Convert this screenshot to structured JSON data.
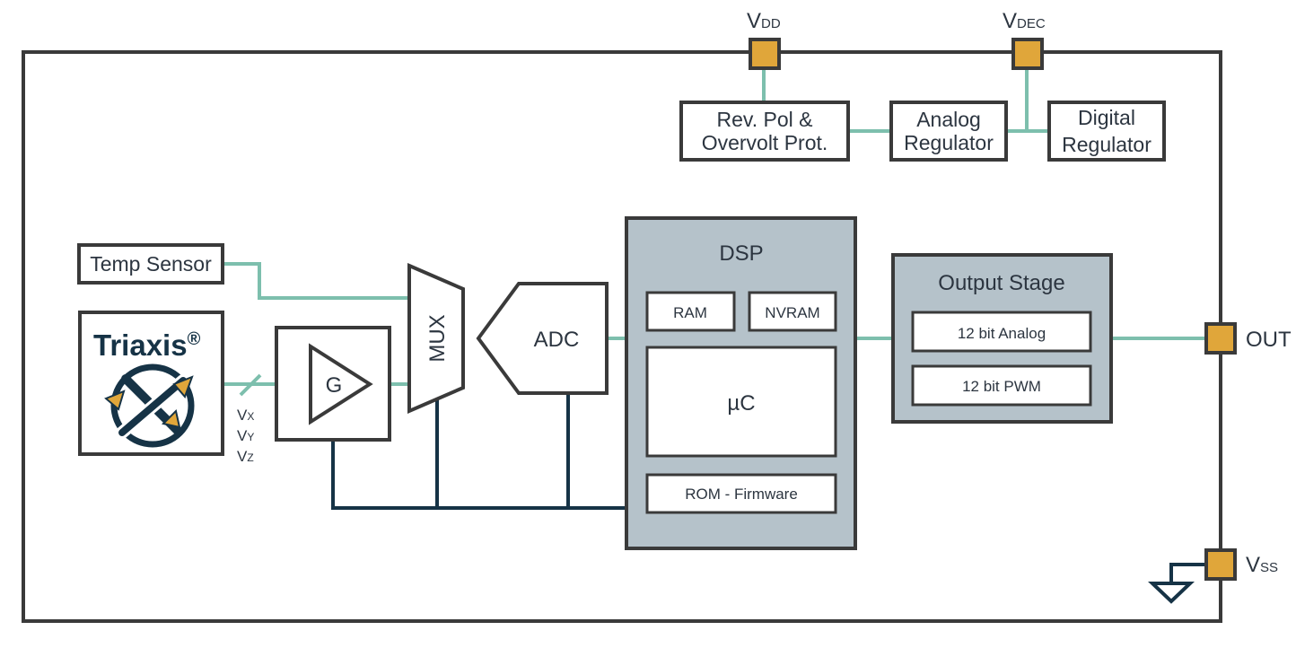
{
  "pins": {
    "vdd": {
      "main": "V",
      "sub": "DD"
    },
    "vdec": {
      "main": "V",
      "sub": "DEC"
    },
    "out": {
      "main": "OUT"
    },
    "vss": {
      "main": "V",
      "sub": "SS"
    }
  },
  "blocks": {
    "revpol": {
      "line1": "Rev. Pol &",
      "line2": "Overvolt Prot."
    },
    "analog_regulator": {
      "line1": "Analog",
      "line2": "Regulator"
    },
    "digital_regulator": {
      "line1": "Digital",
      "line2": "Regulator"
    },
    "temp_sensor": "Temp Sensor",
    "triaxis": {
      "brand": "Triaxis",
      "mark": "®"
    },
    "gain": "G",
    "mux": "MUX",
    "adc": "ADC",
    "dsp": {
      "title": "DSP",
      "ram": "RAM",
      "nvram": "NVRAM",
      "uc": "µC",
      "rom": "ROM - Firmware"
    },
    "output_stage": {
      "title": "Output Stage",
      "analog": "12 bit Analog",
      "pwm": "12 bit PWM"
    }
  },
  "signals": {
    "vx": {
      "main": "V",
      "sub": "X"
    },
    "vy": {
      "main": "V",
      "sub": "Y"
    },
    "vz": {
      "main": "V",
      "sub": "Z"
    }
  },
  "colors": {
    "border": "#3a3a3a",
    "signal_line": "#7dbfad",
    "bus_line": "#163346",
    "pin_fill": "#e0a63a",
    "gray_block": "#b5c2ca",
    "triaxis_dark": "#163346",
    "triaxis_arrow": "#e0a63a"
  }
}
